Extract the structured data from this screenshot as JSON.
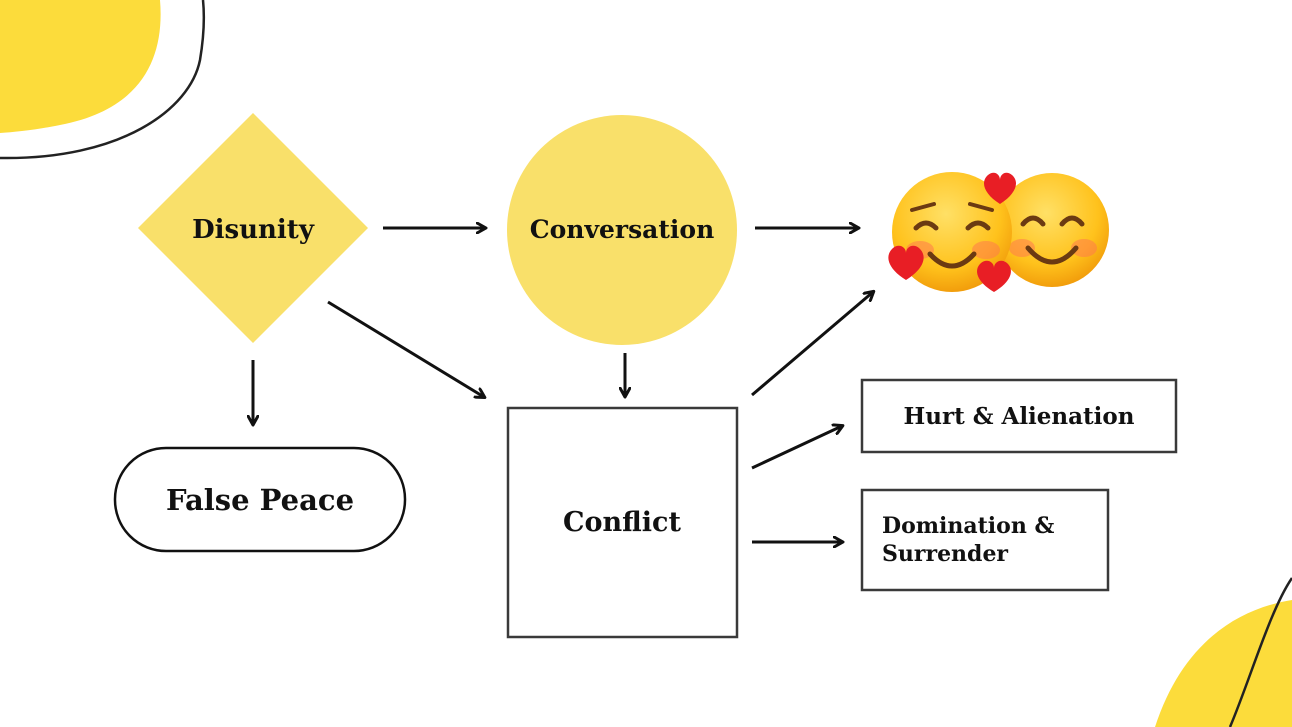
{
  "colors": {
    "yellow_node": "#F9E06A",
    "yellow_blob": "#FCDC3B",
    "ink": "#111111",
    "box_border": "#3a3a3a",
    "background": "#FFFFFF"
  },
  "nodes": {
    "disunity": {
      "label": "Disunity",
      "shape": "diamond"
    },
    "conversation": {
      "label": "Conversation",
      "shape": "circle"
    },
    "false_peace": {
      "label": "False Peace",
      "shape": "rounded-pill"
    },
    "conflict": {
      "label": "Conflict",
      "shape": "square"
    },
    "hurt": {
      "label": "Hurt & Alienation",
      "shape": "rectangle"
    },
    "domination": {
      "label_line1": "Domination &",
      "label_line2": "Surrender",
      "shape": "rectangle"
    },
    "happy": {
      "icon": "smiling-faces-with-hearts-icon"
    }
  },
  "edges": [
    {
      "from": "Disunity",
      "to": "Conversation"
    },
    {
      "from": "Conversation",
      "to": "smiling faces"
    },
    {
      "from": "Disunity",
      "to": "False Peace"
    },
    {
      "from": "Disunity",
      "to": "Conflict"
    },
    {
      "from": "Conversation",
      "to": "Conflict"
    },
    {
      "from": "Conflict",
      "to": "smiling faces"
    },
    {
      "from": "Conflict",
      "to": "Hurt & Alienation"
    },
    {
      "from": "Conflict",
      "to": "Domination & Surrender"
    }
  ]
}
